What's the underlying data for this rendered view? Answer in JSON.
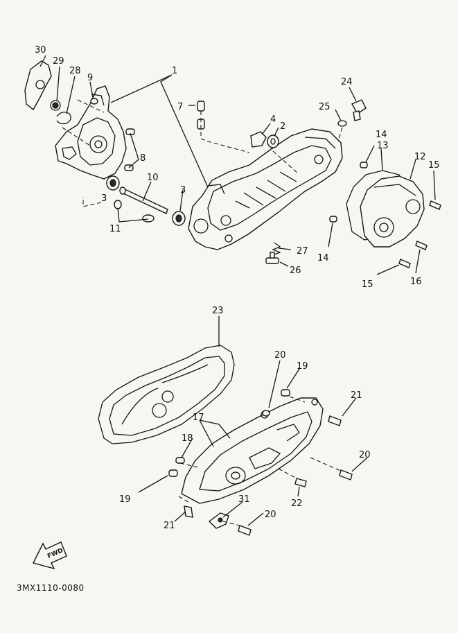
{
  "drawing_code": "3MX1110-0080",
  "forward_marker": "FWD",
  "callouts": {
    "c1": "1",
    "c2": "2",
    "c3a": "3",
    "c3b": "3",
    "c4": "4",
    "c7": "7",
    "c8": "8",
    "c9": "9",
    "c10": "10",
    "c11": "11",
    "c12": "12",
    "c13": "13",
    "c14a": "14",
    "c14b": "14",
    "c15a": "15",
    "c15b": "15",
    "c16": "16",
    "c17": "17",
    "c18": "18",
    "c19a": "19",
    "c19b": "19",
    "c20a": "20",
    "c20b": "20",
    "c20c": "20",
    "c21a": "21",
    "c21b": "21",
    "c22": "22",
    "c23": "23",
    "c24": "24",
    "c25": "25",
    "c26": "26",
    "c27": "27",
    "c28": "28",
    "c29": "29",
    "c30": "30",
    "c31": "31"
  }
}
